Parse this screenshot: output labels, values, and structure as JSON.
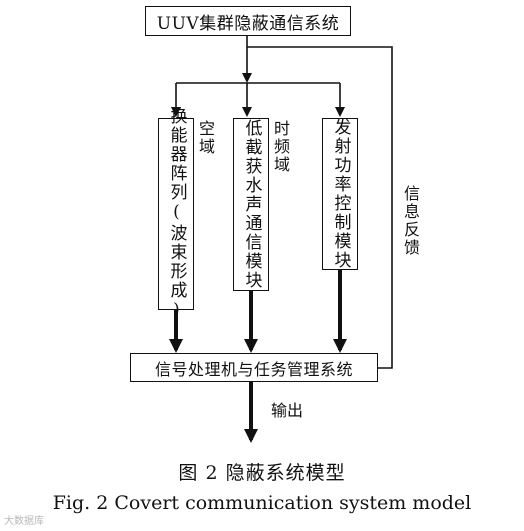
{
  "diagram": {
    "top_box": "UUV集群隐蔽通信系统",
    "module_left": "换能器阵列(波束形成)",
    "module_mid": "低截获水声通信模块",
    "module_right": "发射功率控制模块",
    "label_left": "空域",
    "label_mid": "时频域",
    "feedback_label": "信息反馈",
    "bottom_box": "信号处理机与任务管理系统",
    "output_label": "输出"
  },
  "caption": {
    "cn": "图 2   隐蔽系统模型",
    "en": "Fig. 2    Covert communication system model"
  },
  "watermark": "大数据库"
}
